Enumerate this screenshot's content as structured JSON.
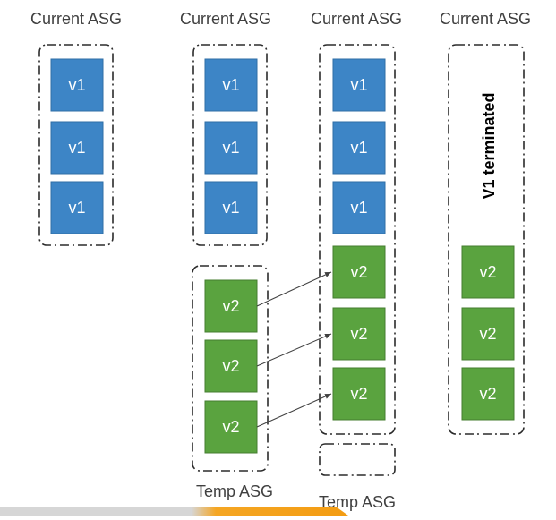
{
  "columns": [
    {
      "header": "Current ASG"
    },
    {
      "header": "Current ASG"
    },
    {
      "header": "Current ASG"
    },
    {
      "header": "Current ASG"
    }
  ],
  "box_labels": {
    "v1": "v1",
    "v2": "v2"
  },
  "temp_labels": {
    "col2": "Temp ASG",
    "col3": "Temp ASG"
  },
  "terminated_label": "V1 terminated",
  "colors": {
    "v1_fill": "#3d85c6",
    "v1_stroke": "#2f6ea6",
    "v2_fill": "#5aa33f",
    "v2_stroke": "#447e2f",
    "bottom_bar_left": "#c8c8c8",
    "bottom_bar_right": "#f39c12"
  }
}
